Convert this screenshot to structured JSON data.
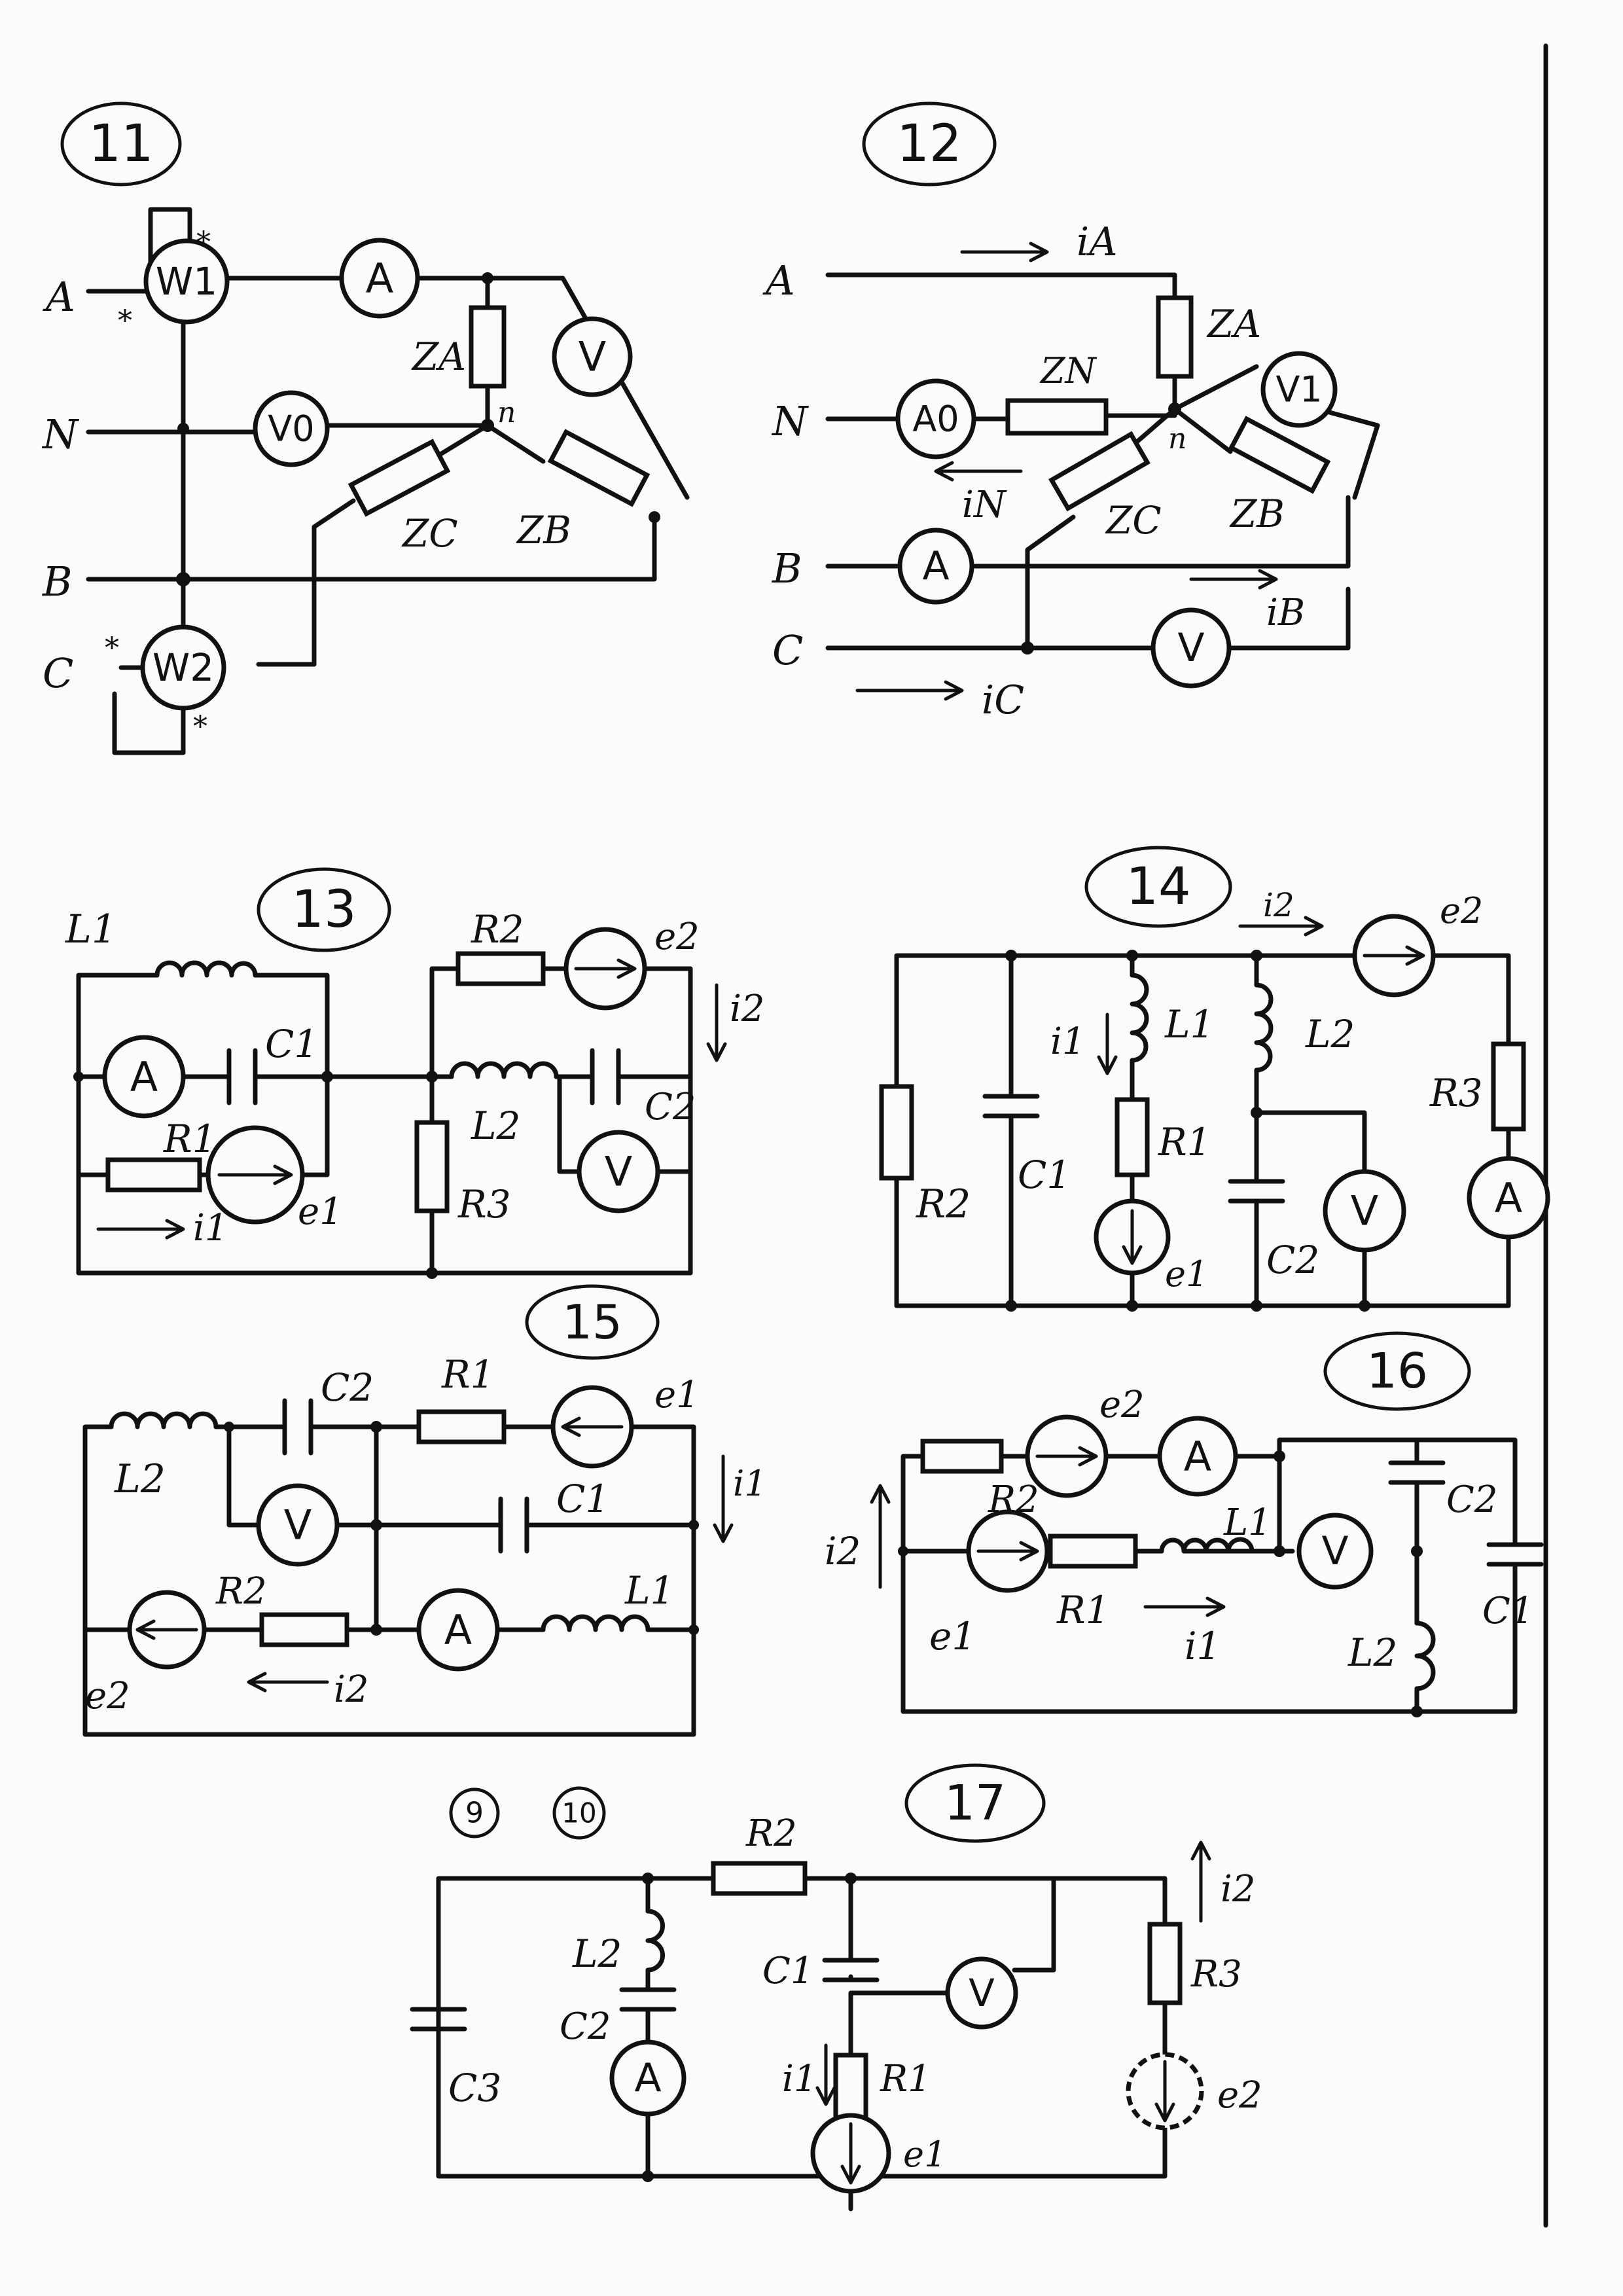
{
  "diagrams": {
    "d11": {
      "number": "11",
      "terminals": [
        "A",
        "N",
        "B",
        "C"
      ],
      "meters": {
        "w1": "W1",
        "w2": "W2",
        "ammeter": "A",
        "voltmeter": "V",
        "v0": "V0"
      },
      "impedances": {
        "za": "ZA",
        "zb": "ZB",
        "zc": "ZC"
      },
      "node": "n",
      "marks": [
        "*",
        "*",
        "*",
        "*"
      ]
    },
    "d12": {
      "number": "12",
      "terminals": [
        "A",
        "N",
        "B",
        "C"
      ],
      "meters": {
        "a0": "A0",
        "v1": "V1",
        "ammeter": "A",
        "voltmeter": "V"
      },
      "impedances": {
        "za": "ZA",
        "zn": "ZN",
        "zb": "ZB",
        "zc": "ZC"
      },
      "currents": {
        "ia": "iA",
        "in": "iN",
        "ib": "iB",
        "ic": "iC"
      },
      "node": "n"
    },
    "d13": {
      "number": "13",
      "labels": {
        "l1": "L1",
        "c1": "C1",
        "r1": "R1",
        "e1": "e1",
        "i1": "i1",
        "r2": "R2",
        "e2": "e2",
        "i2": "i2",
        "l2": "L2",
        "c2": "C2",
        "r3": "R3"
      },
      "meters": {
        "ammeter": "A",
        "voltmeter": "V"
      }
    },
    "d14": {
      "number": "14",
      "labels": {
        "r2": "R2",
        "c1": "C1",
        "i1": "i1",
        "l1": "L1",
        "r1": "R1",
        "e1": "e1",
        "l2": "L2",
        "c2": "C2",
        "i2": "i2",
        "e2": "e2",
        "r3": "R3"
      },
      "meters": {
        "voltmeter": "V",
        "ammeter": "A"
      }
    },
    "d15": {
      "number": "15",
      "labels": {
        "l2": "L2",
        "c2": "C2",
        "r1": "R1",
        "e1": "e1",
        "i1": "i1",
        "c1": "C1",
        "r2": "R2",
        "e2": "e2",
        "i2": "i2",
        "l1": "L1"
      },
      "meters": {
        "voltmeter": "V",
        "ammeter": "A"
      }
    },
    "d16": {
      "number": "16",
      "labels": {
        "r2": "R2",
        "e2": "e2",
        "i2": "i2",
        "e1": "e1",
        "r1": "R1",
        "l1": "L1",
        "i1": "i1",
        "c2": "C2",
        "c1": "C1",
        "l2": "L2"
      },
      "meters": {
        "ammeter": "A",
        "voltmeter": "V"
      }
    },
    "d17": {
      "number": "17",
      "extra_numbers": [
        "9",
        "10"
      ],
      "labels": {
        "c3": "C3",
        "l2": "L2",
        "c2": "C2",
        "r2": "R2",
        "c1": "C1",
        "i1": "i1",
        "r1": "R1",
        "e1": "e1",
        "i2": "i2",
        "r3": "R3",
        "e2": "e2"
      },
      "meters": {
        "ammeter": "A",
        "voltmeter": "V"
      }
    }
  }
}
